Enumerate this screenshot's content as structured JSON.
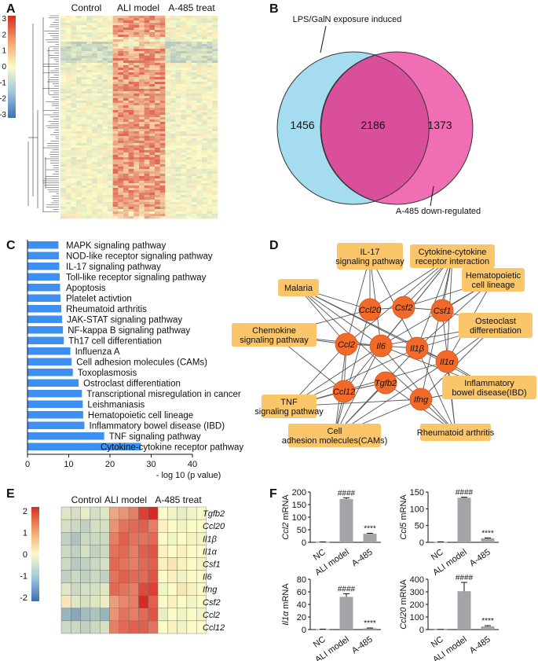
{
  "panels": {
    "A": "A",
    "B": "B",
    "C": "C",
    "D": "D",
    "E": "E",
    "F": "F"
  },
  "colors": {
    "heat_low": "#3b6fb0",
    "heat_mid": "#fbfbc8",
    "heat_high": "#d42c24",
    "venn_left": "#a6dcef",
    "venn_right": "#f06eb4",
    "venn_overlap": "#d94f9c",
    "bar_blue": "#3d8ff0",
    "node_orange": "#f26a2a",
    "node_box": "#fbc56a",
    "bar_gray": "#a3a3a8"
  },
  "heatmap_A": {
    "groups": [
      "Control",
      "ALI model",
      "A-485 treat"
    ],
    "scale_ticks": [
      "3",
      "2",
      "1",
      "0",
      "-1",
      "-2",
      "-3"
    ]
  },
  "venn": {
    "left_label": "LPS/GalN exposure induced",
    "right_label": "A-485 down-regulated",
    "left_only": "1456",
    "overlap": "2186",
    "right_only": "1373"
  },
  "chart_data": [
    {
      "type": "bar",
      "orientation": "horizontal",
      "categories": [
        "MAPK signaling pathway",
        "NOD-like receptor signaling pathway",
        "IL-17 signaling pathway",
        "Toll-like receptor signaling pathway",
        "Apoptosis",
        "Platelet activtion",
        "Rheumatoid arthritis",
        "JAK-STAT signaling pathway",
        "NF-kappa B signaling pathway",
        "Th17 cell differentiation",
        "Influenza A",
        "Cell adhesion molecules (CAMs)",
        "Toxoplasmosis",
        "Ostroclast differentiation",
        "Transcriptional misregulation in cancer",
        "Leishmaniasis",
        "Hematopoietic cell lineage",
        "Inflammatory bowel disease (IBD)",
        "TNF signaling pathway",
        "Cytokine-cytokine receptor pathway"
      ],
      "values": [
        7.5,
        7.6,
        7.7,
        7.8,
        7.9,
        8.0,
        8.2,
        8.4,
        8.6,
        8.8,
        10.4,
        10.7,
        11.0,
        12.4,
        13.2,
        13.4,
        13.5,
        13.8,
        18.6,
        27.5
      ],
      "xlabel": "- log 10 (p value)",
      "xticks": [
        "0",
        "10",
        "20",
        "30",
        "40"
      ],
      "xlim": [
        0,
        40
      ]
    },
    {
      "type": "heatmap",
      "genes": [
        "Tgfb2",
        "Ccl20",
        "Il1β",
        "Il1α",
        "Csf1",
        "Il6",
        "Ifng",
        "Csf2",
        "Ccl2",
        "Ccl12"
      ],
      "groups": [
        "Control",
        "ALI model",
        "A-485 treat"
      ],
      "scale_ticks": [
        "2",
        "1",
        "0",
        "-1",
        "-2"
      ],
      "values": [
        [
          -0.3,
          -0.4,
          -0.2,
          -0.4,
          -0.3,
          0.8,
          1.0,
          1.2,
          1.8,
          2.0,
          0.0,
          -0.1,
          -0.2,
          -0.1,
          0.0
        ],
        [
          -0.4,
          -0.5,
          -0.6,
          -0.4,
          -0.4,
          1.0,
          1.3,
          1.4,
          1.5,
          1.2,
          0.1,
          0.0,
          -0.1,
          0.0,
          0.0
        ],
        [
          -0.6,
          -0.8,
          -0.5,
          -0.5,
          -0.5,
          1.2,
          1.5,
          1.3,
          1.3,
          1.4,
          0.0,
          -0.1,
          0.0,
          0.1,
          -0.1
        ],
        [
          -0.5,
          -0.6,
          -0.4,
          -0.6,
          -0.5,
          1.3,
          1.4,
          1.2,
          1.5,
          1.6,
          0.1,
          0.0,
          0.1,
          0.0,
          0.0
        ],
        [
          -0.5,
          -0.7,
          -0.6,
          -0.5,
          -0.4,
          1.4,
          1.3,
          1.2,
          1.4,
          1.5,
          0.1,
          0.2,
          0.1,
          0.0,
          0.1
        ],
        [
          -0.6,
          -0.5,
          -0.6,
          -0.5,
          -0.6,
          1.3,
          1.5,
          1.4,
          1.4,
          1.6,
          0.0,
          0.1,
          -0.1,
          0.0,
          0.0
        ],
        [
          -0.3,
          -0.5,
          -0.4,
          -0.4,
          -0.3,
          1.4,
          1.3,
          1.2,
          1.7,
          1.8,
          -0.1,
          0.0,
          0.2,
          0.1,
          0.0
        ],
        [
          0.2,
          -0.3,
          -0.4,
          -0.3,
          -0.2,
          0.9,
          1.1,
          1.2,
          2.1,
          1.5,
          0.0,
          0.1,
          0.0,
          -0.1,
          0.0
        ],
        [
          -1.0,
          -1.2,
          -0.9,
          -0.8,
          -1.0,
          1.0,
          1.3,
          1.2,
          1.4,
          1.6,
          -0.2,
          0.0,
          -0.1,
          0.0,
          -0.1
        ],
        [
          -0.5,
          -0.5,
          -0.6,
          -0.5,
          -0.4,
          1.2,
          1.4,
          1.5,
          1.5,
          1.3,
          0.0,
          0.1,
          -0.1,
          0.0,
          0.0
        ]
      ]
    },
    {
      "type": "bar",
      "ylabel_gene": "Ccl2",
      "ylabel_suffix": " mRNA",
      "categories": [
        "NC",
        "ALI model",
        "A-485"
      ],
      "values": [
        1,
        172,
        34
      ],
      "errors": [
        0.5,
        5,
        2
      ],
      "ylim": [
        0,
        200
      ],
      "yticks": [
        0,
        50,
        100,
        150,
        200
      ],
      "sig": [
        "",
        "####",
        "****"
      ]
    },
    {
      "type": "bar",
      "ylabel_gene": "Ccl5",
      "ylabel_suffix": " mRNA",
      "categories": [
        "NC",
        "ALI model",
        "A-485"
      ],
      "values": [
        1,
        133,
        12
      ],
      "errors": [
        0.5,
        1.5,
        1
      ],
      "ylim": [
        0,
        150
      ],
      "yticks": [
        0,
        50,
        100,
        150
      ],
      "sig": [
        "",
        "####",
        "****"
      ]
    },
    {
      "type": "bar",
      "ylabel_gene": "Il1α",
      "ylabel_suffix": " mRNA",
      "categories": [
        "NC",
        "ALI model",
        "A-485"
      ],
      "values": [
        0.5,
        52,
        2
      ],
      "errors": [
        0.2,
        5,
        0.5
      ],
      "ylim": [
        0,
        80
      ],
      "yticks": [
        0,
        20,
        40,
        60,
        80
      ],
      "sig": [
        "",
        "####",
        "****"
      ]
    },
    {
      "type": "bar",
      "ylabel_gene": "Ccl20",
      "ylabel_suffix": " mRNA",
      "categories": [
        "NC",
        "ALI model",
        "A-485"
      ],
      "values": [
        1,
        305,
        25
      ],
      "errors": [
        0.5,
        70,
        6
      ],
      "ylim": [
        0,
        400
      ],
      "yticks": [
        0,
        100,
        200,
        300,
        400
      ],
      "sig": [
        "",
        "####",
        "****"
      ]
    }
  ],
  "network": {
    "box_nodes": [
      "IL-17\nsignaling pathway",
      "Cytokine-cytokine\nreceptor interaction",
      "Hematopoietic\ncell lineage",
      "Osteoclast\ndifferentiation",
      "Inflammatory\nbowel disease(IBD)",
      "Rheumatoid arthritis",
      "Cell\nadhesion molecules(CAMs)",
      "TNF\nsignaling pathway",
      "Chemokine\nsignaling pathway",
      "Malaria"
    ],
    "gene_nodes": [
      "Ccl20",
      "Csf2",
      "Csf1",
      "Ccl2",
      "Il6",
      "Il1β",
      "Il1α",
      "Ccl12",
      "Tgfb2",
      "Ifng"
    ]
  }
}
